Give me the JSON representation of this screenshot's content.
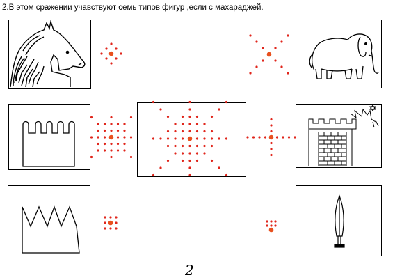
{
  "title": "2.В этом сражении учавствуют семь типов фигур ,если с махараджей.",
  "page_number": "2",
  "pieces": {
    "horse": "horse-icon",
    "elephant": "elephant-icon",
    "rook": "rook-icon",
    "maharaja": "center-board",
    "castle": "castle-tower-icon",
    "crown": "crown-icon",
    "pawn": "pawn-icon"
  },
  "colors": {
    "dot": "#e0251b",
    "center_dot": "#e8501e",
    "line": "#000000"
  }
}
